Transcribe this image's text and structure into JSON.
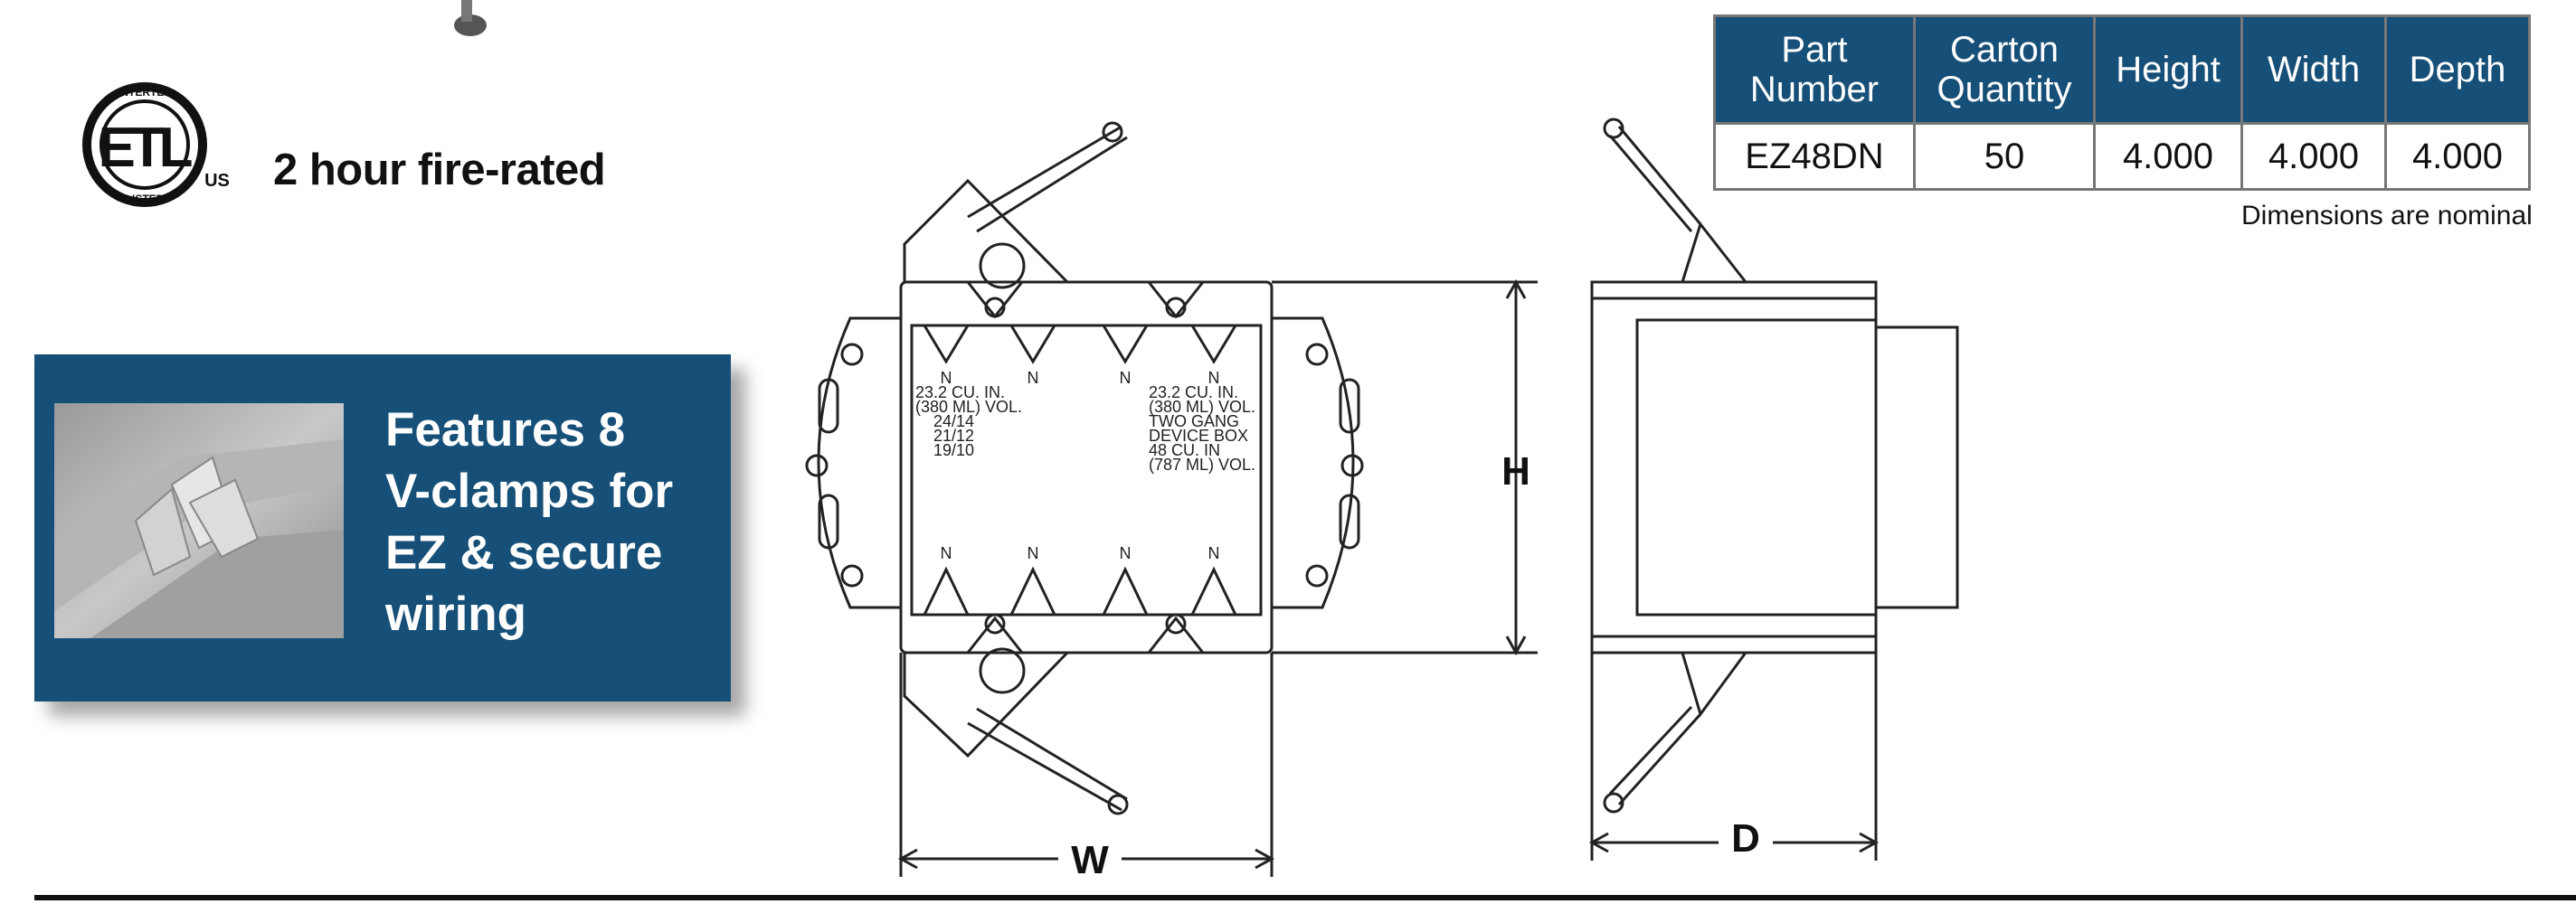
{
  "certification": {
    "logo_top_text": "INTERTEK",
    "logo_bottom_text": "LISTED",
    "logo_letters": "ETL",
    "logo_suffix": "US",
    "fire_rating": "2 hour fire-rated"
  },
  "feature": {
    "text": "Features 8\nV-clamps  for\nEZ & secure\nwiring"
  },
  "spec_table": {
    "headers": [
      "Part\nNumber",
      "Carton\nQuantity",
      "Height",
      "Width",
      "Depth"
    ],
    "row": [
      "EZ48DN",
      "50",
      "4.000",
      "4.000",
      "4.000"
    ],
    "note": "Dimensions are nominal"
  },
  "drawing": {
    "dim_height": "H",
    "dim_width": "W",
    "dim_depth": "D",
    "left_label": [
      "23.2 CU. IN.",
      "(380 ML) VOL.",
      "24/14",
      "21/12",
      "19/10"
    ],
    "right_label": [
      "23.2 CU. IN.",
      "(380 ML) VOL.",
      "TWO GANG",
      "DEVICE BOX",
      "48 CU. IN",
      "(787 ML) VOL."
    ],
    "clamp_marks": [
      "N",
      "N",
      "N",
      "N",
      "N",
      "N",
      "N",
      "N"
    ]
  },
  "colors": {
    "panel_blue": "#164f77",
    "table_border": "#777777"
  }
}
